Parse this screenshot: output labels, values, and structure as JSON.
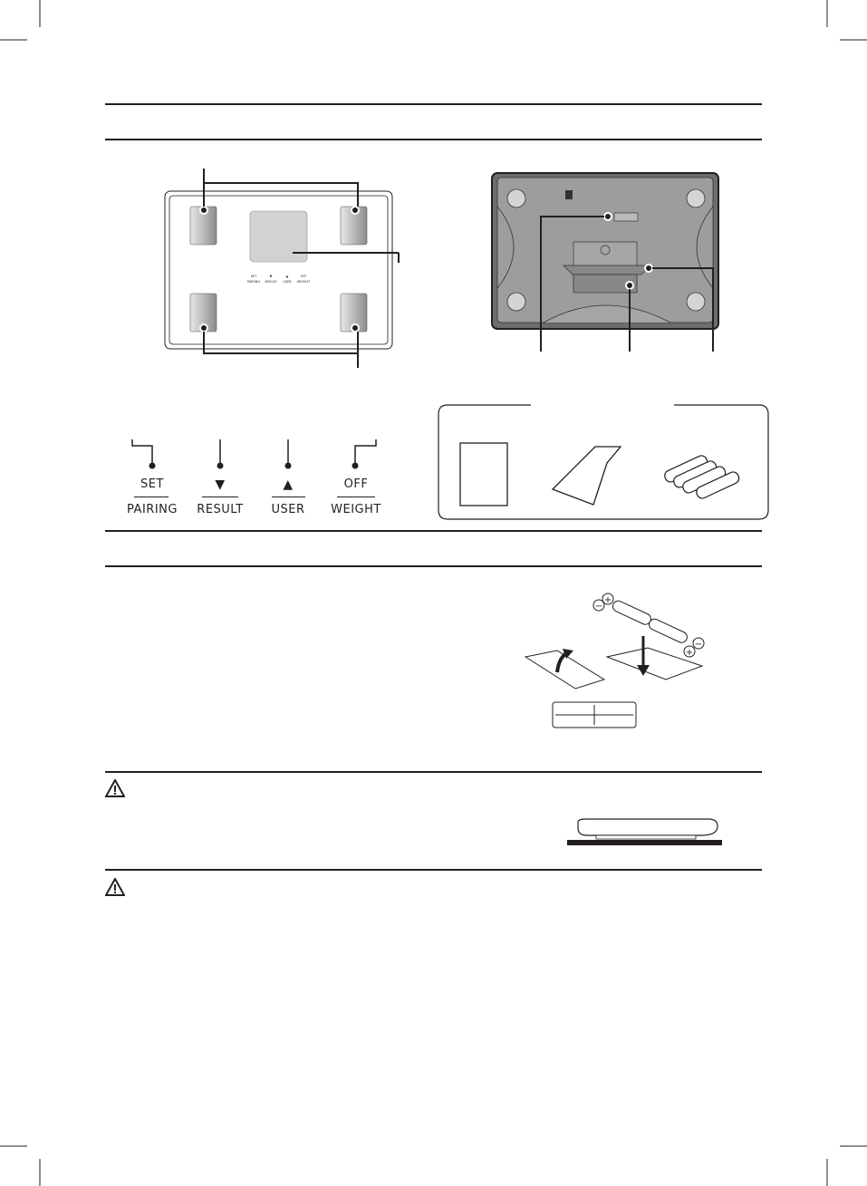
{
  "buttons": [
    {
      "top": "SET",
      "bottom": "PAIRING"
    },
    {
      "top": "▼",
      "bottom": "RESULT"
    },
    {
      "top": "▲",
      "bottom": "USER"
    },
    {
      "top": "OFF",
      "bottom": "WEIGHT"
    }
  ],
  "scale_panel_labels": [
    "SET",
    "PAIRING",
    "▼",
    "RESULT",
    "▲",
    "USER",
    "OFF",
    "WEIGHT"
  ],
  "battery_polarity": {
    "plus": "+",
    "minus": "−"
  },
  "icons": [
    "warning-icon",
    "warning-icon"
  ]
}
